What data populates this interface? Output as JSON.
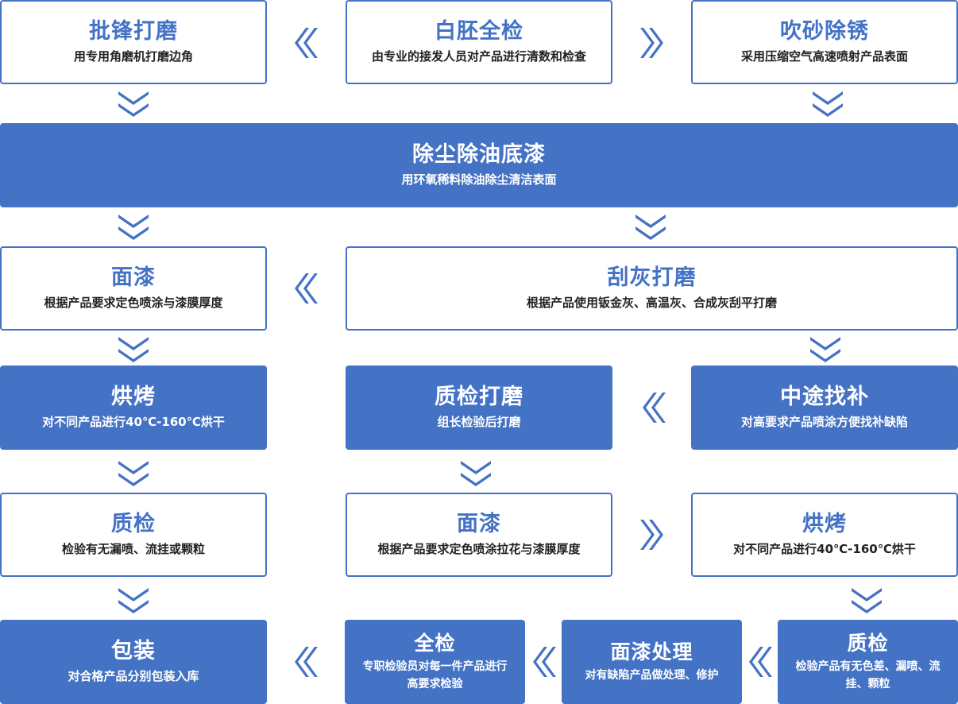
{
  "colors": {
    "accent": "#4472c4",
    "background": "#ffffff",
    "text": "#222222"
  },
  "steps": {
    "pifeng": {
      "title": "批锋打磨",
      "desc": "用专用角磨机打磨边角"
    },
    "baipi": {
      "title": "白胚全检",
      "desc": "由专业的接发人员对产品进行清数和检查"
    },
    "chuisha": {
      "title": "吹砂除锈",
      "desc": "采用压缩空气高速喷射产品表面"
    },
    "chuchen": {
      "title": "除尘除油底漆",
      "desc": "用环氧稀料除油除尘清洁表面"
    },
    "mianqi1": {
      "title": "面漆",
      "desc": "根据产品要求定色喷涂与漆膜厚度"
    },
    "guahui": {
      "title": "刮灰打磨",
      "desc": "根据产品使用钣金灰、高温灰、合成灰刮平打磨"
    },
    "hongkao1": {
      "title": "烘烤",
      "desc": "对不同产品进行40℃-160℃烘干"
    },
    "zhijian_damo": {
      "title": "质检打磨",
      "desc": "组长检验后打磨"
    },
    "zhongtu": {
      "title": "中途找补",
      "desc": "对高要求产品喷涂方便找补缺陷"
    },
    "zhijian1": {
      "title": "质检",
      "desc": "检验有无漏喷、流挂或颗粒"
    },
    "mianqi2": {
      "title": "面漆",
      "desc": "根据产品要求定色喷涂拉花与漆膜厚度"
    },
    "hongkao2": {
      "title": "烘烤",
      "desc": "对不同产品进行40℃-160℃烘干"
    },
    "baozhuang": {
      "title": "包装",
      "desc": "对合格产品分别包装入库"
    },
    "quanjian": {
      "title": "全检",
      "desc": "专职检验员对每一件产品进行高要求检验"
    },
    "mianqi_chuli": {
      "title": "面漆处理",
      "desc": "对有缺陷产品做处理、修护"
    },
    "zhijian2": {
      "title": "质检",
      "desc": "检验产品有无色差、漏喷、流挂、颗粒"
    }
  },
  "icons": {
    "arrow_down": "double-chevron-down-icon",
    "arrow_left": "double-chevron-left-icon",
    "arrow_right": "double-chevron-right-icon"
  }
}
